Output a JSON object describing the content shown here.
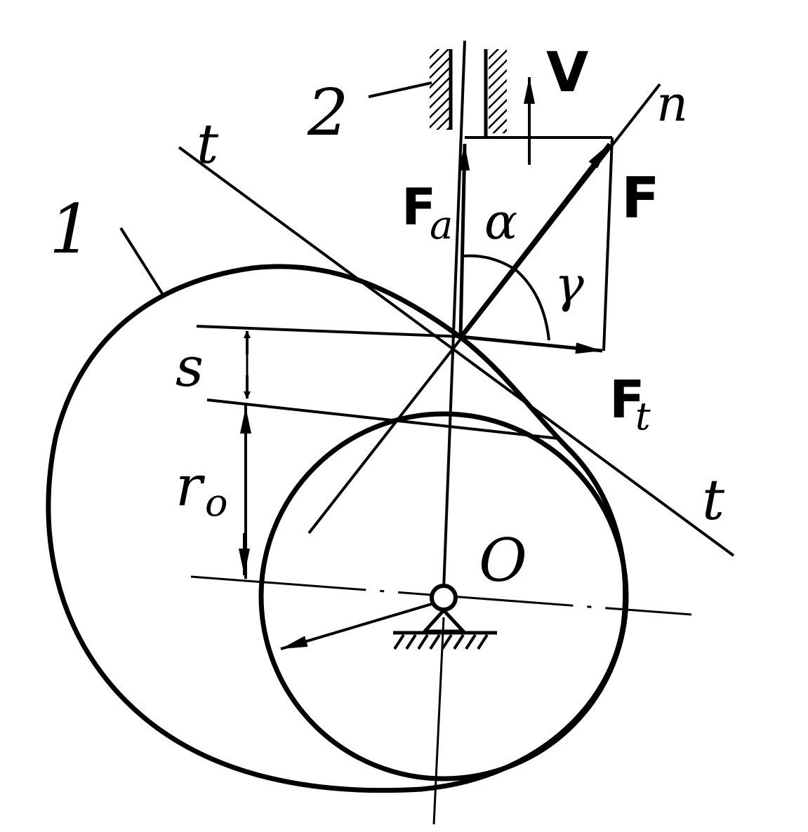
{
  "labels": {
    "cam": "1",
    "follower": "2",
    "velocity": "V",
    "normal": "n",
    "tangent_top": "t",
    "tangent_bottom": "t",
    "force": "F",
    "axial_force": "F",
    "axial_force_sub": "a",
    "tangential_force": "F",
    "tangential_force_sub": "t",
    "pressure_angle": "α",
    "transmission_angle": "γ",
    "displacement": "s",
    "base_radius": "r",
    "base_radius_sub": "o",
    "center": "O"
  },
  "colors": {
    "ink": "#000000",
    "paper": "#ffffff"
  }
}
